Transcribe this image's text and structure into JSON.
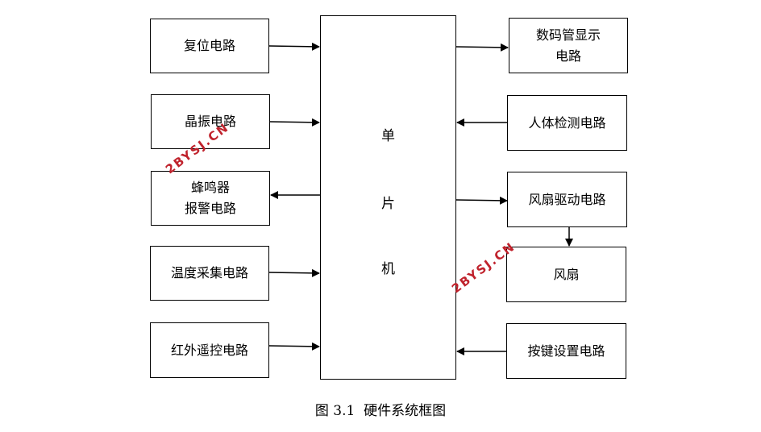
{
  "left_boxes": [
    {
      "lines": [
        "复位电路"
      ]
    },
    {
      "lines": [
        "晶振电路"
      ]
    },
    {
      "lines": [
        "蜂鸣器",
        "报警电路"
      ]
    },
    {
      "lines": [
        "温度采集电路"
      ]
    },
    {
      "lines": [
        "红外遥控电路"
      ]
    }
  ],
  "right_boxes": [
    {
      "lines": [
        "数码管显示",
        "电路"
      ]
    },
    {
      "lines": [
        "人体检测电路"
      ]
    },
    {
      "lines": [
        "风扇驱动电路"
      ]
    },
    {
      "lines": [
        "风扇"
      ]
    },
    {
      "lines": [
        "按键设置电路"
      ]
    }
  ],
  "mcu": {
    "chars": [
      "单",
      "片",
      "机"
    ]
  },
  "caption": "图 3.1  硬件系统框图",
  "watermarks": [
    "2BYSJ.CN",
    "2BYSJ.CN"
  ]
}
